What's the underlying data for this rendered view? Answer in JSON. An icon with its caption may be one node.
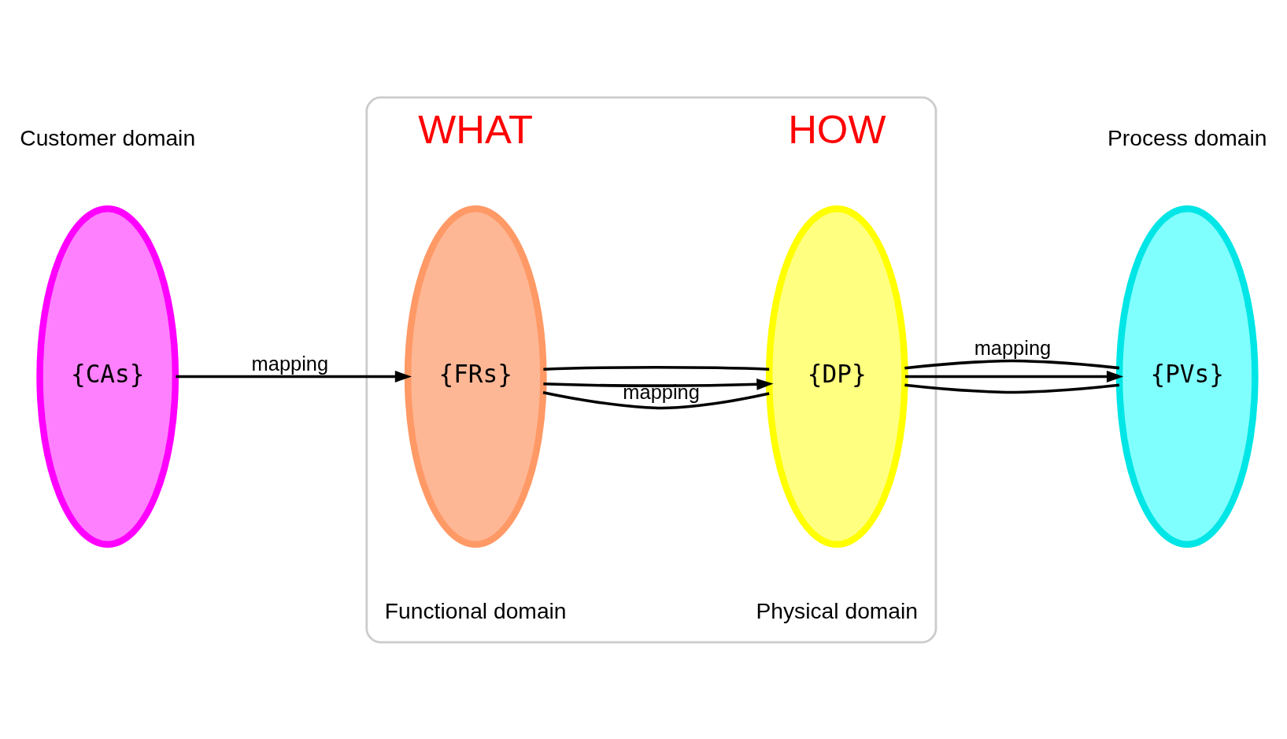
{
  "diagram": {
    "nodes": [
      {
        "text": [
          "{CAs}"
        ],
        "beside": [
          "Customer domain"
        ]
      },
      {
        "text": [],
        "shape": "box"
      },
      {
        "text": [
          "{FRs}"
        ],
        "beside": [
          "WHAT",
          "Functional domain"
        ],
        "in": 1
      },
      {
        "text": [
          "{DP}"
        ],
        "beside": [
          "HOW",
          "Physical domain"
        ],
        "in": 1
      },
      {
        "text": [
          "{PVs}"
        ],
        "beside": [
          "Process domain"
        ]
      }
    ],
    "edges": [
      {
        "from": 0,
        "to": 2,
        "arrow": "to",
        "label": "mapping"
      },
      {
        "from": 2,
        "to": 3,
        "arrow": "none",
        "label": "mapping"
      },
      {
        "from": 3,
        "to": 2,
        "arrow": "none"
      },
      {
        "from": 2,
        "to": 3,
        "arrow": "to"
      },
      {
        "from": 3,
        "to": 4,
        "arrow": "none",
        "label": "mapping"
      },
      {
        "from": 4,
        "to": 3,
        "arrow": "none"
      },
      {
        "from": 3,
        "to": 4,
        "arrow": "to"
      }
    ]
  }
}
